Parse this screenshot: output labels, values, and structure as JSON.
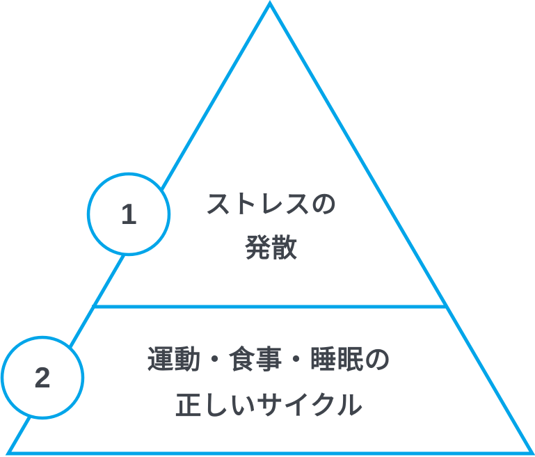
{
  "colors": {
    "accent": "#00A5E9",
    "text": "#3F444C",
    "background": "#FFFFFF"
  },
  "pyramid": {
    "levels": [
      {
        "number": "1",
        "lines": [
          "ストレスの",
          "発散"
        ]
      },
      {
        "number": "2",
        "lines": [
          "運動・食事・睡眠の",
          "正しいサイクル"
        ]
      }
    ]
  }
}
